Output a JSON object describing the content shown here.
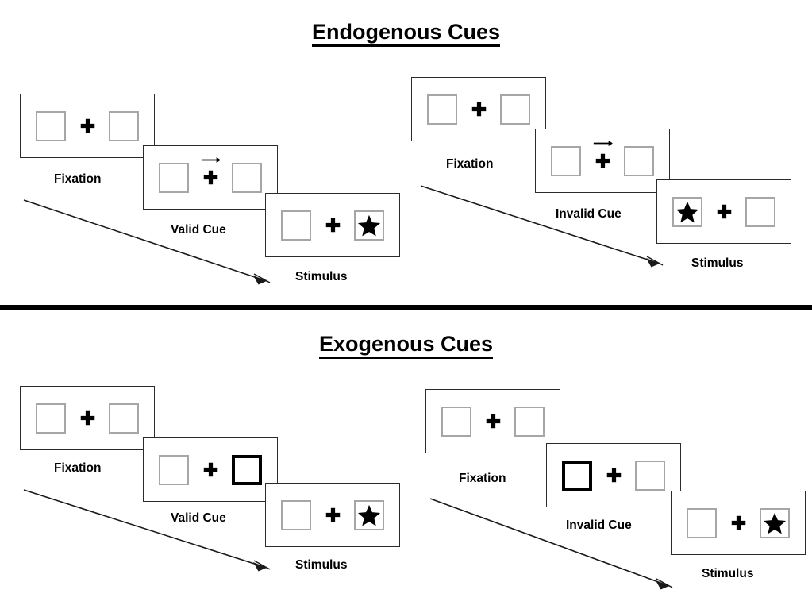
{
  "figure": {
    "title_endogenous": "Endogenous Cues",
    "title_exogenous": "Exogenous Cues"
  },
  "sections": [
    {
      "id": "endogenous",
      "heading": "Endogenous Cues",
      "trials": [
        {
          "id": "endogenous-valid",
          "frames": [
            {
              "caption": "Fixation",
              "cue_type": "none",
              "cue_side": "none",
              "stimulus_side": "none"
            },
            {
              "caption": "Valid Cue",
              "cue_type": "arrow",
              "cue_side": "right",
              "stimulus_side": "none"
            },
            {
              "caption": "Stimulus",
              "cue_type": "none",
              "cue_side": "none",
              "stimulus_side": "right"
            }
          ]
        },
        {
          "id": "endogenous-invalid",
          "frames": [
            {
              "caption": "Fixation",
              "cue_type": "none",
              "cue_side": "none",
              "stimulus_side": "none"
            },
            {
              "caption": "Invalid Cue",
              "cue_type": "arrow",
              "cue_side": "right",
              "stimulus_side": "none"
            },
            {
              "caption": "Stimulus",
              "cue_type": "none",
              "cue_side": "none",
              "stimulus_side": "left"
            }
          ]
        }
      ]
    },
    {
      "id": "exogenous",
      "heading": "Exogenous Cues",
      "trials": [
        {
          "id": "exogenous-valid",
          "frames": [
            {
              "caption": "Fixation",
              "cue_type": "none",
              "cue_side": "none",
              "stimulus_side": "none"
            },
            {
              "caption": "Valid Cue",
              "cue_type": "highlight",
              "cue_side": "right",
              "stimulus_side": "none"
            },
            {
              "caption": "Stimulus",
              "cue_type": "none",
              "cue_side": "none",
              "stimulus_side": "right"
            }
          ]
        },
        {
          "id": "exogenous-invalid",
          "frames": [
            {
              "caption": "Fixation",
              "cue_type": "none",
              "cue_side": "none",
              "stimulus_side": "none"
            },
            {
              "caption": "Invalid Cue",
              "cue_type": "highlight",
              "cue_side": "left",
              "stimulus_side": "none"
            },
            {
              "caption": "Stimulus",
              "cue_type": "none",
              "cue_side": "none",
              "stimulus_side": "right"
            }
          ]
        }
      ]
    }
  ],
  "captions": {
    "endo_valid_fixation": "Fixation",
    "endo_valid_cue": "Valid Cue",
    "endo_valid_stimulus": "Stimulus",
    "endo_invalid_fixation": "Fixation",
    "endo_invalid_cue": "Invalid Cue",
    "endo_invalid_stimulus": "Stimulus",
    "exo_valid_fixation": "Fixation",
    "exo_valid_cue": "Valid Cue",
    "exo_valid_stimulus": "Stimulus",
    "exo_invalid_fixation": "Fixation",
    "exo_invalid_cue": "Invalid Cue",
    "exo_invalid_stimulus": "Stimulus"
  },
  "colors": {
    "background": "#ffffff",
    "ink": "#000000",
    "panel_border": "#2b2b2b",
    "box_border": "#a6a6a6",
    "cued_box_border": "#000000",
    "divider": "#000000"
  },
  "icons": {
    "fixation_cross": "plus-icon",
    "cue_arrow": "arrow-right-icon",
    "target": "star-icon",
    "time_flow": "arrow-diagonal-icon"
  }
}
